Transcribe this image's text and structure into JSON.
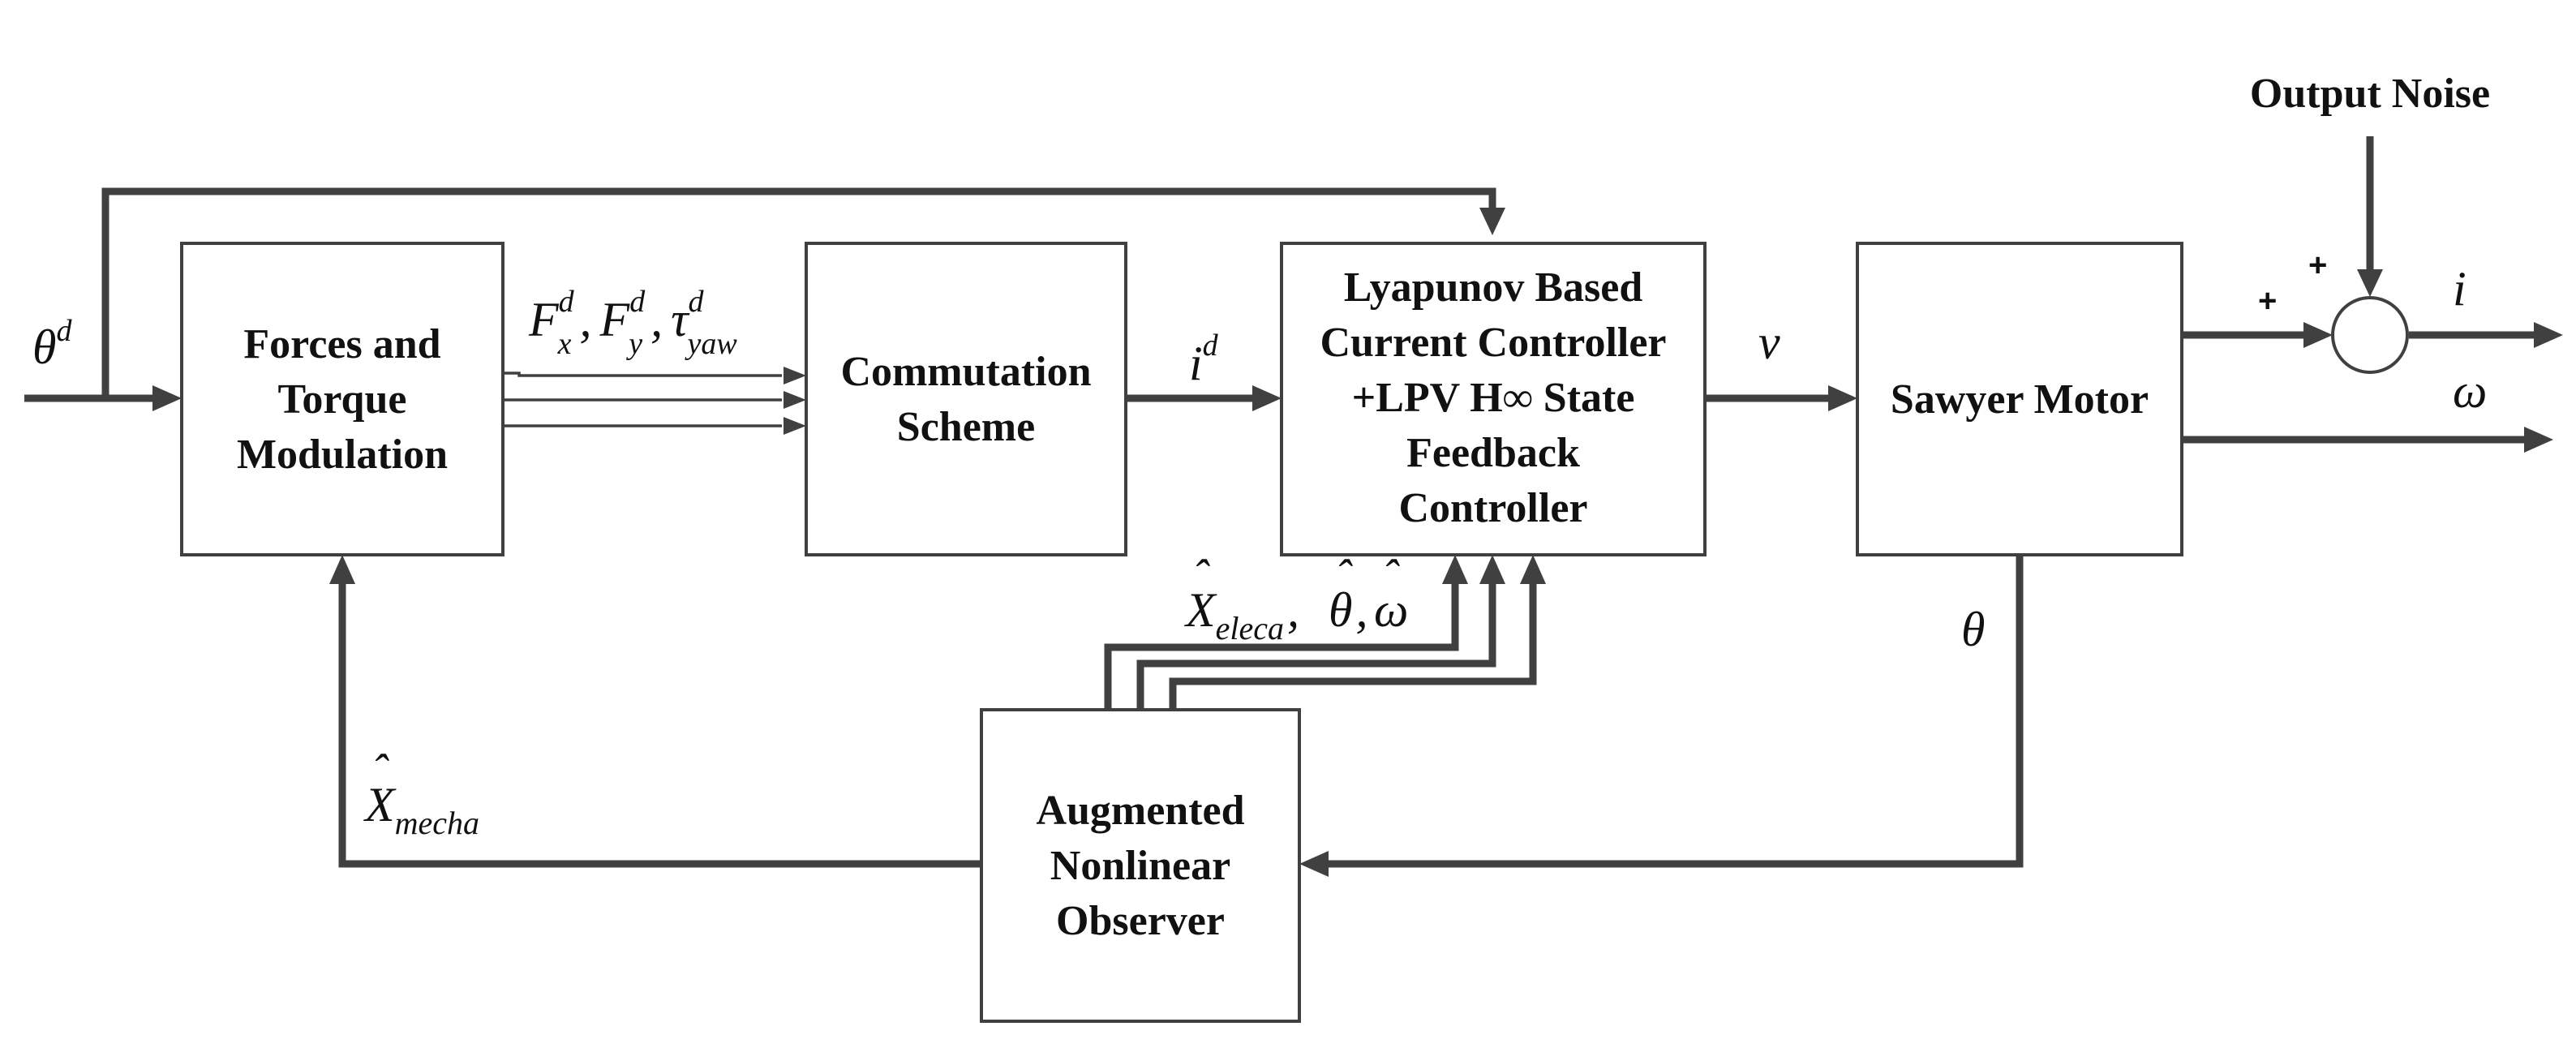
{
  "blocks": {
    "forces_torque": [
      "Forces and",
      "Torque",
      "Modulation"
    ],
    "commutation": [
      "Commutation",
      "Scheme"
    ],
    "controller": [
      "Lyapunov Based",
      "Current Controller",
      "+LPV H∞ State",
      "Feedback",
      "Controller"
    ],
    "sawyer": [
      "Sawyer Motor"
    ],
    "observer": [
      "Augmented",
      "Nonlinear",
      "Observer"
    ]
  },
  "noise_label": "Output Noise",
  "signals": {
    "theta_d": {
      "base": "θ",
      "sup": "d"
    },
    "forces": {
      "fx": {
        "base": "F",
        "sub": "x",
        "sup": "d"
      },
      "fy": {
        "base": "F",
        "sub": "y",
        "sup": "d"
      },
      "tau": {
        "base": "τ",
        "sub": "yaw",
        "sup": "d"
      },
      "sep": ","
    },
    "i_d": {
      "base": "i",
      "sup": "d"
    },
    "v": "v",
    "i_out": "i",
    "omega_out": "ω",
    "theta_fb": "θ",
    "x_eleca": {
      "hat": "ˆ",
      "base": "X",
      "sub": "eleca"
    },
    "theta_hat": {
      "hat": "ˆ",
      "base": "θ"
    },
    "omega_hat": {
      "hat": "ˆ",
      "base": "ω"
    },
    "x_mecha": {
      "hat": "ˆ",
      "base": "X",
      "sub": "mecha"
    },
    "sep": ","
  },
  "summing_junction": {
    "plus_top": "+",
    "plus_left": "+"
  },
  "colors": {
    "line": "#404040",
    "text": "#111111",
    "background": "#ffffff"
  }
}
